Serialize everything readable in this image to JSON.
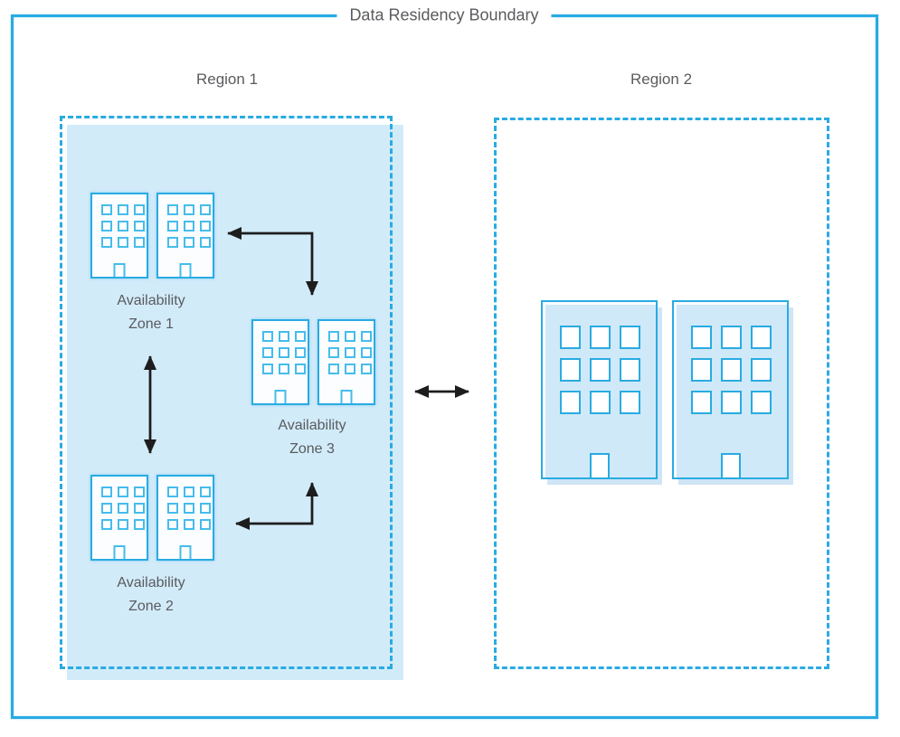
{
  "diagram": {
    "title": "Data Residency Boundary",
    "regions": [
      {
        "label": "Region 1",
        "zones": [
          {
            "label": "Availability\nZone 1"
          },
          {
            "label": "Availability\nZone 2"
          },
          {
            "label": "Availability\nZone 3"
          }
        ]
      },
      {
        "label": "Region 2"
      }
    ],
    "icons": {
      "building": "building-icon"
    },
    "arrows": [
      {
        "name": "arrow-az1-az3",
        "between": [
          "Availability Zone 1",
          "Availability Zone 3"
        ]
      },
      {
        "name": "arrow-az1-az2",
        "between": [
          "Availability Zone 1",
          "Availability Zone 2"
        ]
      },
      {
        "name": "arrow-az2-az3",
        "between": [
          "Availability Zone 2",
          "Availability Zone 3"
        ]
      },
      {
        "name": "arrow-region1-region2",
        "between": [
          "Region 1",
          "Region 2"
        ]
      }
    ],
    "colors": {
      "boundary_blue": "#29ABE2",
      "region1_fill": "#D2EBF9",
      "large_building_fill": "#CFE9F8",
      "small_building_fill": "#FBFDFF",
      "label_gray": "#595B5E",
      "arrow_black": "#1D1D1D"
    }
  }
}
